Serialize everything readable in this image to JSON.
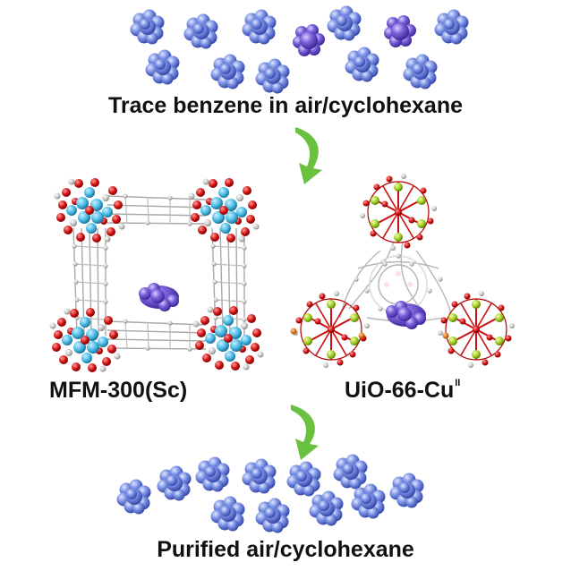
{
  "labels": {
    "top": "Trace benzene in air/cyclohexane",
    "left_framework": "MFM-300(Sc)",
    "right_framework_base": "UiO-66-Cu",
    "right_framework_sup": "II",
    "bottom": "Purified air/cyclohexane"
  },
  "colors": {
    "cyclohexane": "#6f86dd",
    "benzene": "#7a62d8",
    "arrow": "#6ac13f",
    "oxygen": "#d01010",
    "carbon": "#c8c8c8",
    "scandium": "#46b8e2",
    "zirconium": "#9ccc1e",
    "copper": "#e27a1a"
  },
  "icons": {
    "molecule": "cyclohexane-molecule-icon",
    "benzene": "benzene-molecule-icon",
    "arrow": "curved-arrow-icon"
  }
}
